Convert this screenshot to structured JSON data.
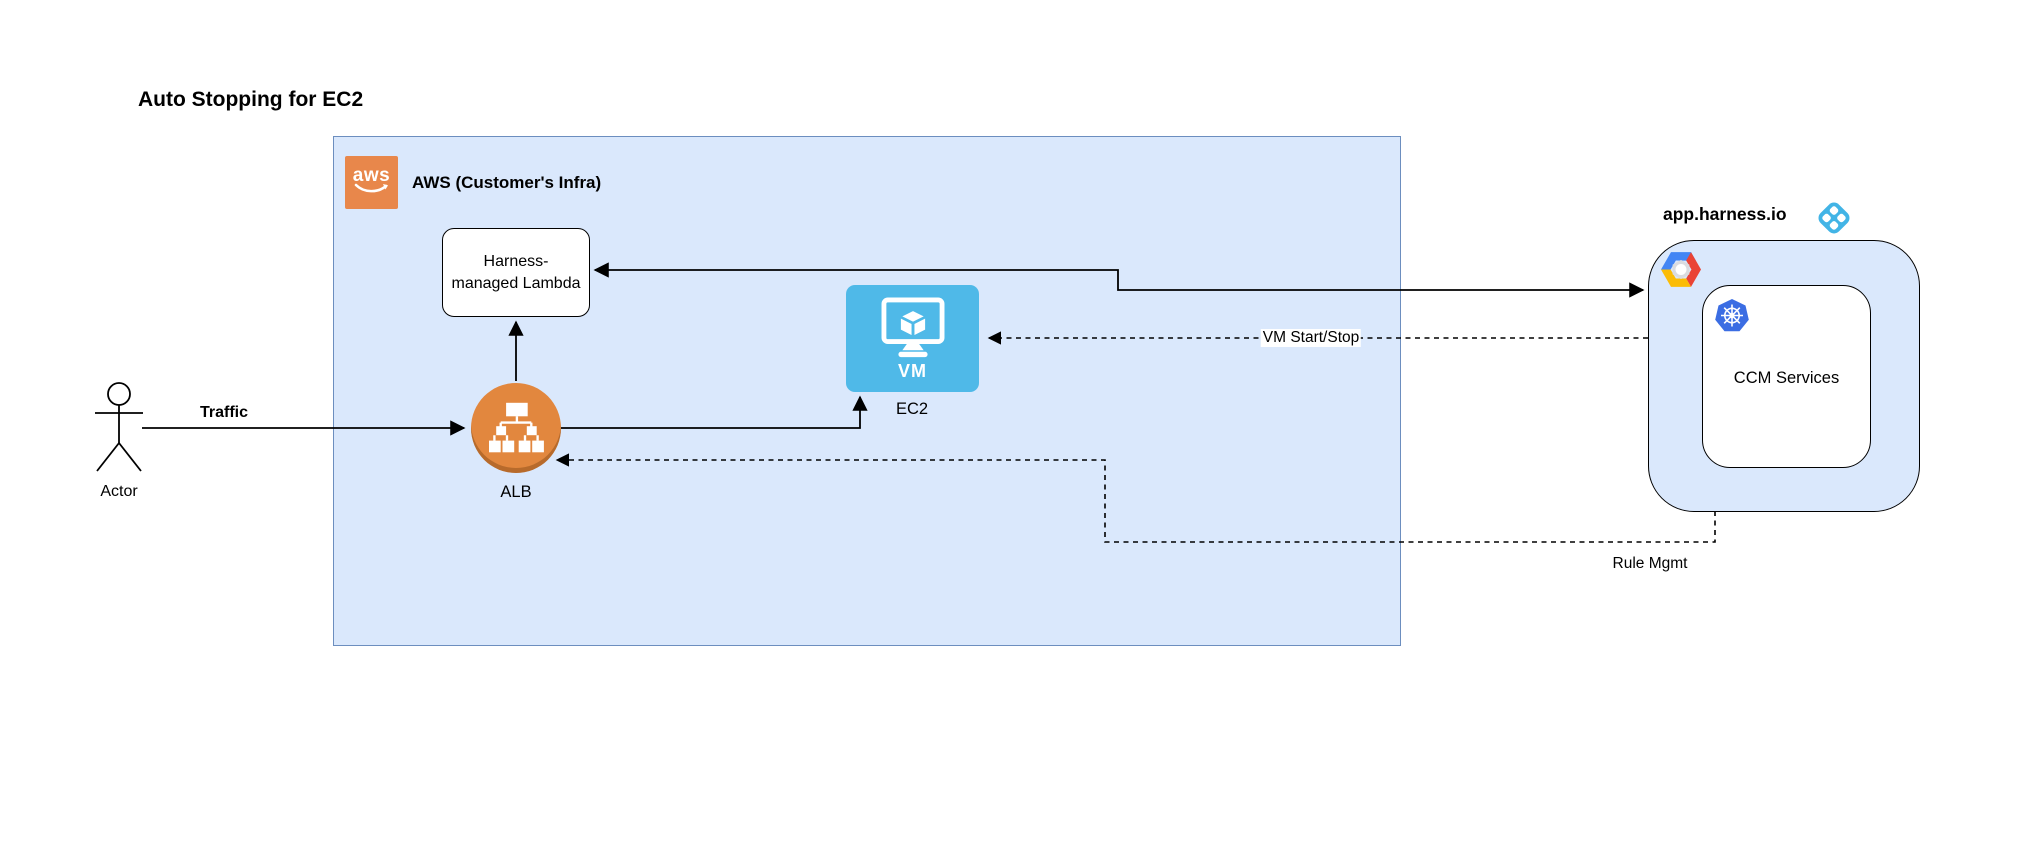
{
  "title": "Auto Stopping for EC2",
  "actor": {
    "label": "Actor"
  },
  "aws": {
    "label": "AWS (Customer's Infra)",
    "logo_text": "aws",
    "lambda_label": "Harness-managed Lambda",
    "alb_label": "ALB",
    "ec2_label": "EC2",
    "vm_label": "VM"
  },
  "harness": {
    "label": "app.harness.io",
    "ccm_label": "CCM Services"
  },
  "edges": {
    "traffic_label": "Traffic",
    "vm_start_stop_label": "VM Start/Stop",
    "rule_mgmt_label": "Rule Mgmt"
  },
  "icons": {
    "aws_logo": "aws-logo",
    "alb": "load-balancer-icon",
    "vm": "vm-monitor-icon",
    "harness_logo": "harness-logo",
    "gcp": "gcp-hexagon-icon",
    "kubernetes": "kubernetes-icon",
    "actor": "actor-stick-figure"
  },
  "colors": {
    "group_fill": "#dae8fc",
    "aws_border": "#6c8ebf",
    "aws_orange": "#e8874b",
    "alb_orange": "#e2873e",
    "vm_blue": "#4fb9e8",
    "harness_blue": "#42b4e6",
    "kubernetes_blue": "#3b6de3",
    "gcp_blue": "#4285f4",
    "gcp_red": "#ea4335",
    "gcp_yellow": "#fbbc05"
  }
}
